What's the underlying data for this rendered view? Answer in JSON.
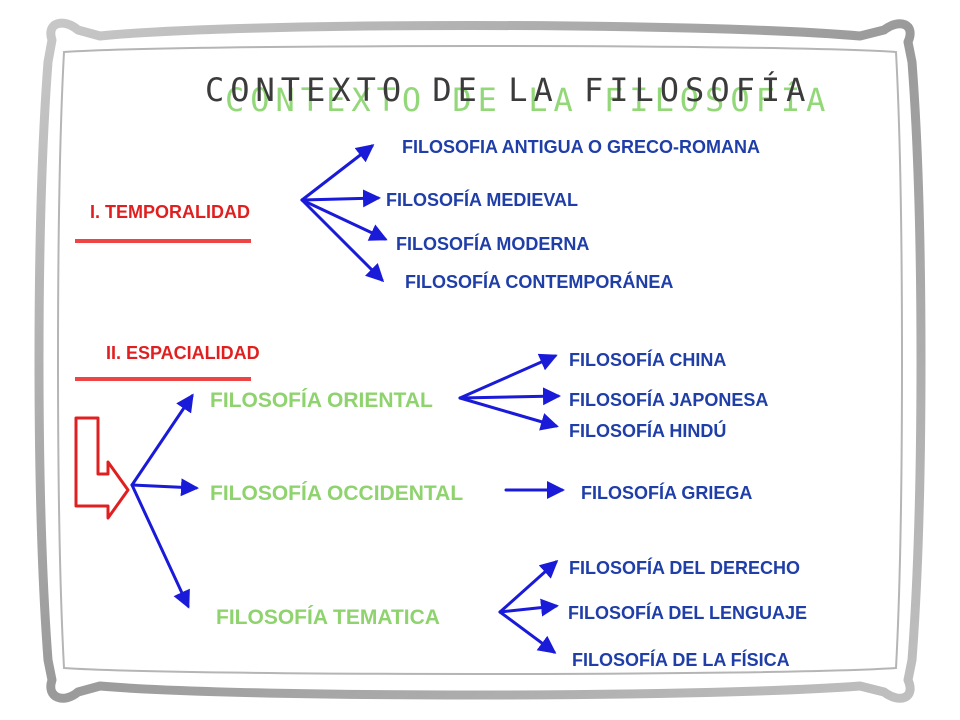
{
  "title": "CONTEXTO DE LA FILOSOFÍA",
  "temporalidad": {
    "label": "I. TEMPORALIDAD",
    "items": [
      "FILOSOFIA ANTIGUA O GRECO-ROMANA",
      "FILOSOFÍA MEDIEVAL",
      "FILOSOFÍA MODERNA",
      "FILOSOFÍA CONTEMPORÁNEA"
    ]
  },
  "espacialidad": {
    "label": "II. ESPACIALIDAD",
    "oriental": {
      "label": "FILOSOFÍA ORIENTAL",
      "items": [
        "FILOSOFÍA CHINA",
        "FILOSOFÍA JAPONESA",
        "FILOSOFÍA HINDÚ"
      ]
    },
    "occidental": {
      "label": "FILOSOFÍA OCCIDENTAL",
      "items": [
        "FILOSOFÍA GRIEGA"
      ]
    },
    "tematica": {
      "label": "FILOSOFÍA TEMATICA",
      "items": [
        "FILOSOFÍA DEL DERECHO",
        "FILOSOFÍA DEL LENGUAJE",
        "FILOSOFÍA DE LA FÍSICA"
      ]
    }
  },
  "colors": {
    "arrow": "#1a1ad9",
    "heading": "#e02020",
    "branch": "#8fd36e",
    "leaf": "#1f3ea8",
    "frame": "#8c8c8c"
  }
}
